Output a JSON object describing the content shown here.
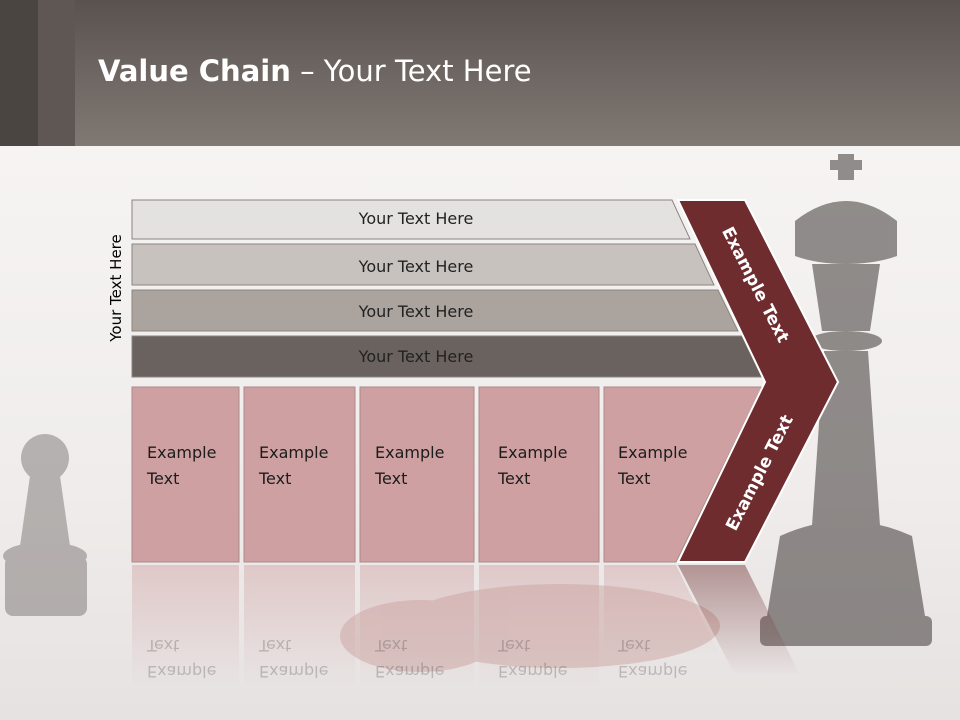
{
  "title": {
    "bold": "Value Chain",
    "rest": " – Your Text Here"
  },
  "side_label": "Your Text Here",
  "bars": [
    "Your Text Here",
    "Your Text Here",
    "Your Text Here",
    "Your Text Here"
  ],
  "boxes": [
    {
      "line1": "Example",
      "line2": "Text"
    },
    {
      "line1": "Example",
      "line2": "Text"
    },
    {
      "line1": "Example",
      "line2": "Text"
    },
    {
      "line1": "Example",
      "line2": "Text"
    },
    {
      "line1": "Example",
      "line2": "Text"
    }
  ],
  "arrow_labels": {
    "upper": "Example Text",
    "lower": "Example Text"
  },
  "colors": {
    "bar1": "#e4e2e1",
    "bar2": "#c7c2be",
    "bar3": "#aaa39e",
    "bar4": "#6a625e",
    "box": "#cfa0a1",
    "arrow": "#6e2c2e"
  }
}
